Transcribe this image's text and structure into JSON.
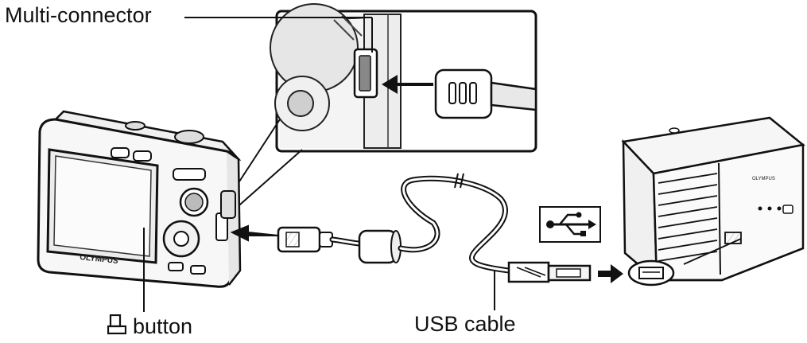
{
  "labels": {
    "multi_connector": "Multi-connector",
    "button_suffix": "button",
    "usb_cable": "USB cable"
  },
  "camera": {
    "brand_text": "OLYMPUS"
  },
  "icons": {
    "print_button": "print-icon",
    "usb_symbol": "usb-icon"
  },
  "colors": {
    "line": "#111111",
    "fill_light": "#f2f2f2",
    "fill_mid": "#d8d8d8",
    "fill_dark": "#555555"
  }
}
